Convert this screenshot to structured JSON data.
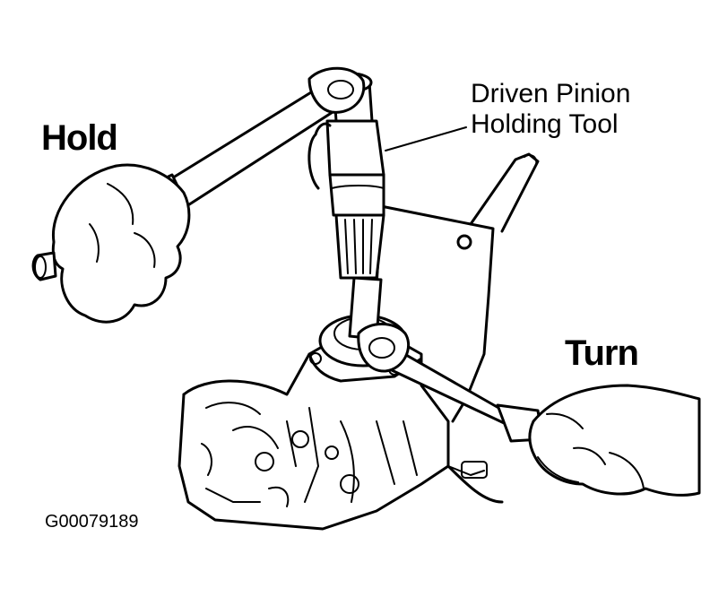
{
  "labels": {
    "hold": "Hold",
    "turn": "Turn",
    "tool_line1": "Driven Pinion",
    "tool_line2": "Holding Tool",
    "figure_code": "G00079189"
  },
  "colors": {
    "ink": "#000000",
    "background": "#ffffff"
  }
}
